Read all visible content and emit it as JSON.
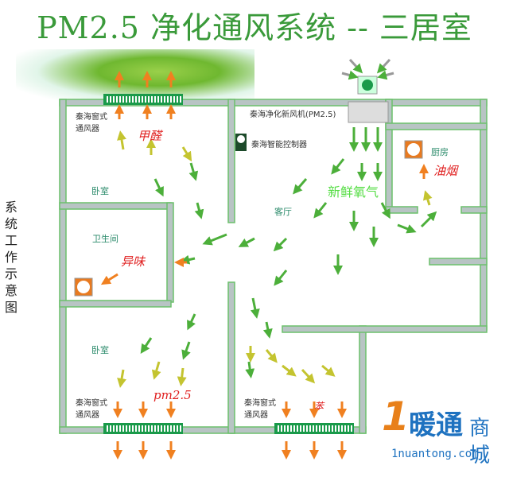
{
  "title": "PM2.5 净化通风系统 -- 三居室",
  "side_label": "系统工作示意图",
  "rooms": {
    "bedroom1": "卧室",
    "bathroom": "卫生间",
    "living": "客厅",
    "kitchen": "厨房",
    "bedroom2": "卧室"
  },
  "devices": {
    "window_vent_top": "秦海窗式\n通风器",
    "fresh_air_unit": "秦海净化新风机(PM2.5)",
    "controller": "秦海智能控制器",
    "window_vent_bl": "秦海窗式\n通风器",
    "window_vent_bm": "秦海窗式\n通风器"
  },
  "pollutants": {
    "formaldehyde": "甲醛",
    "odor": "异味",
    "oil_smoke": "油烟",
    "pm25": "pm2.5",
    "benzene": "苯"
  },
  "fresh_air": "新鲜氧气",
  "logo": {
    "number": "1",
    "name": "暖通",
    "shop": "商城",
    "url": "1nuantong.com"
  },
  "colors": {
    "green_arrow": "#4caf3a",
    "yellow_arrow": "#c4c430",
    "orange_arrow": "#f08020",
    "wall": "#b8c4c4",
    "wall_edge": "#6cc06c"
  }
}
